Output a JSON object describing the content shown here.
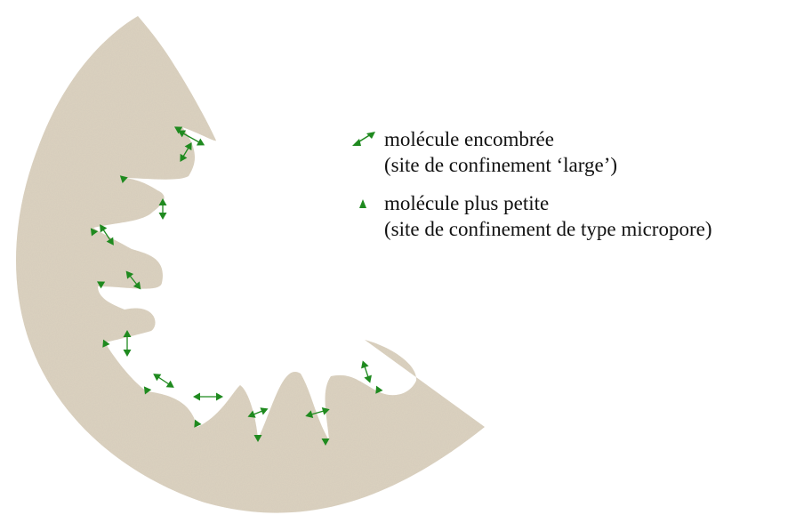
{
  "colors": {
    "material": "#ddd3c1",
    "marker": "#1f8a1f",
    "text": "#111111"
  },
  "legend": {
    "items": [
      {
        "symbol": "double-arrow-marker",
        "line1": "molécule encombrée",
        "line2": "(site de confinement ‘large’)"
      },
      {
        "symbol": "single-triangle-marker",
        "line1": "molécule plus petite",
        "line2": "(site de confinement de type micropore)"
      }
    ]
  }
}
